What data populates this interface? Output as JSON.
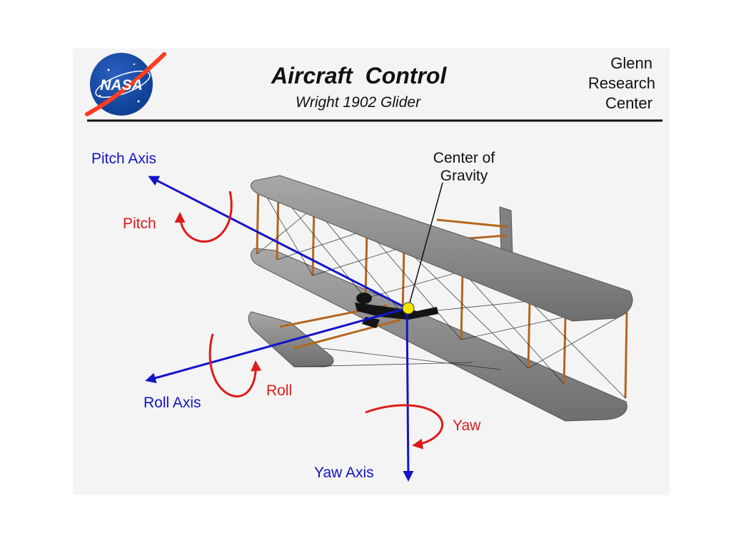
{
  "header": {
    "logo_text": "NASA",
    "title": "Aircraft  Control",
    "subtitle": "Wright 1902 Glider",
    "center_line1": "Glenn",
    "center_line2": "Research",
    "center_line3": "Center"
  },
  "labels": {
    "pitch_axis": "Pitch Axis",
    "pitch": "Pitch",
    "roll_axis": "Roll Axis",
    "roll": "Roll",
    "yaw_axis": "Yaw Axis",
    "yaw": "Yaw",
    "cg_line1": "Center of",
    "cg_line2": "Gravity"
  },
  "colors": {
    "axis": "#1414c8",
    "rotation": "#e01a1a",
    "wing": "#8c8c8c",
    "strut": "#b4661e",
    "cg_dot": "#f5e600",
    "nasa_blue": "#0b3d91",
    "nasa_red": "#fc3d21"
  }
}
